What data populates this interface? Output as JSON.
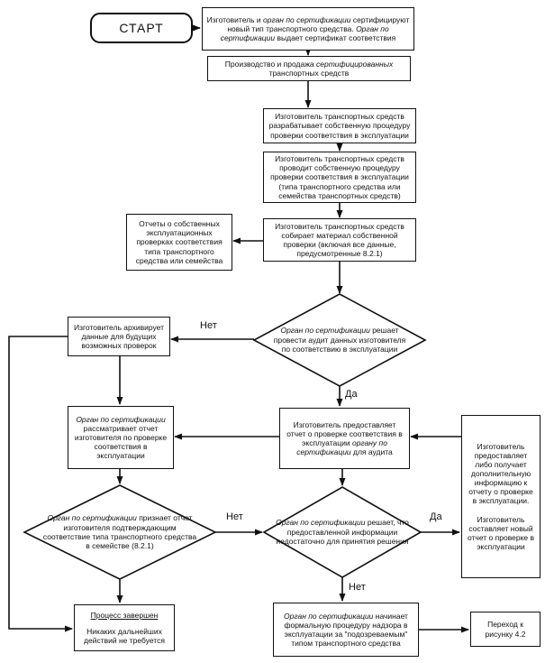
{
  "colors": {
    "ink": "#111111",
    "background": "#ffffff"
  },
  "diagram": {
    "labels": {
      "yes": "Да",
      "no": "Нет"
    },
    "nodes": {
      "start": {
        "label": "СТАРТ"
      },
      "certify": {
        "parts": [
          {
            "t": "Изготовитель и "
          },
          {
            "t": "орган по сертификации",
            "i": true
          },
          {
            "t": " сертифицируют новый тип транспортного средства. "
          },
          {
            "t": "Орган по сертификации",
            "i": true
          },
          {
            "t": " выдает сертификат соответствия"
          }
        ]
      },
      "production": {
        "parts": [
          {
            "t": "Производство и продажа "
          },
          {
            "t": "сертифицированных",
            "i": true
          },
          {
            "t": " транспортных средств"
          }
        ]
      },
      "develop": {
        "parts": [
          {
            "t": "Изготовитель транспортных средств разрабатывает собственную процедуру проверки соответствия в эксплуатации"
          }
        ]
      },
      "conduct": {
        "parts": [
          {
            "t": "Изготовитель транспортных средств проводит собственную процедуру проверки соответствия в эксплуатации (типа транспортного средства или семейства транспортных средств)"
          }
        ]
      },
      "collect": {
        "parts": [
          {
            "t": "Изготовитель транспортных средств собирает материал собственной проверки (включая все данные, предусмотренные 8.2.1)"
          }
        ]
      },
      "reports": {
        "parts": [
          {
            "t": "Отчеты о собственных эксплуатационных проверках соответствия типа транспортного средства или семейства"
          }
        ]
      },
      "decide_audit": {
        "parts": [
          {
            "t": "Орган по сертификации",
            "i": true
          },
          {
            "t": " решает провести аудит данных изготовителя по соответствию в эксплуатации"
          }
        ]
      },
      "archive": {
        "parts": [
          {
            "t": "Изготовитель архивирует данные для будущих возможных проверок"
          }
        ]
      },
      "review": {
        "parts": [
          {
            "t": "Орган по сертификации",
            "i": true
          },
          {
            "t": " рассматривает отчет изготовителя по проверке соответствия в эксплуатации"
          }
        ]
      },
      "provide": {
        "parts": [
          {
            "t": "Изготовитель предоставляет отчет о проверке соответствия в эксплуатации "
          },
          {
            "t": "органу по сертификации",
            "i": true
          },
          {
            "t": " для аудита"
          }
        ]
      },
      "additional": {
        "p1": "Изготовитель предоставляет либо получает дополнительную информацию к отчету о проверке в эксплуатации.",
        "p2": "Изготовитель составляет новый отчет о проверке в эксплуатации"
      },
      "accept": {
        "parts": [
          {
            "t": "Орган по сертификации",
            "i": true
          },
          {
            "t": " признает отчет изготовителя подтверждающим соответствие типа транспортного средства в семействе (8.2.1)"
          }
        ]
      },
      "insufficient": {
        "parts": [
          {
            "t": "Орган по сертификации",
            "i": true
          },
          {
            "t": " решает, что предоставленной информации недостаточно для принятия решения"
          }
        ]
      },
      "done": {
        "title": "Процесс завершен",
        "body": "Никаких дальнейших действий не требуется"
      },
      "surveillance": {
        "parts": [
          {
            "t": "Орган по сертификации",
            "i": true
          },
          {
            "t": " начинает формальную процедуру надзора в эксплуатации за \"подозреваемым\" типом транспортного средства"
          }
        ]
      },
      "goto42": {
        "parts": [
          {
            "t": "Переход к рисунку 4.2"
          }
        ]
      }
    }
  }
}
